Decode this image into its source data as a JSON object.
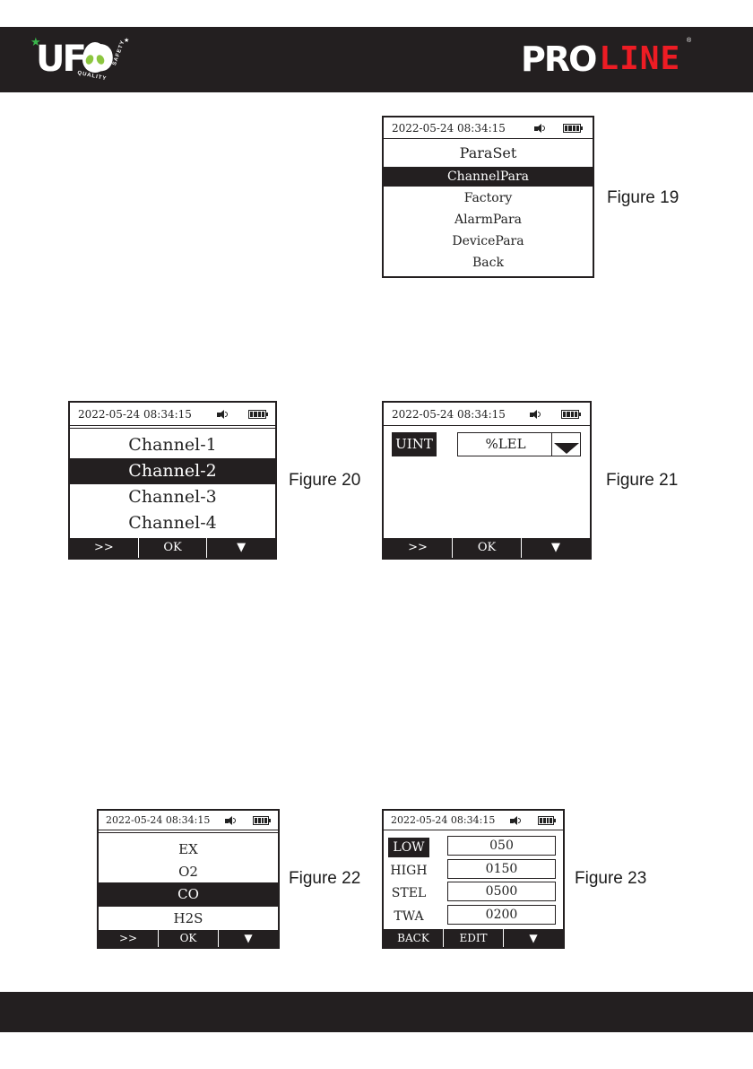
{
  "header": {
    "left_logo": {
      "word": "UFO",
      "ring_text_left": "QUALITY",
      "ring_text_right": "SAFETY",
      "icon": "alien-head-icon"
    },
    "right_logo": {
      "pro": "PRO",
      "line": "LINE",
      "reg": "®"
    }
  },
  "colors": {
    "bar": "#231f20",
    "alien_eyes": "#8cc63f",
    "line_red": "#ed1c24",
    "star_green": "#39b54a"
  },
  "status_bar": {
    "datetime": "2022-05-24 08:34:15",
    "sound_icon": "speaker-icon",
    "battery_icon": "battery-icon"
  },
  "figures": {
    "fig19": {
      "title": "ParaSet",
      "items": [
        "ChannelPara",
        "Factory",
        "AlarmPara",
        "DevicePara",
        "Back"
      ],
      "selected": 0,
      "caption": "Figure 19"
    },
    "fig20": {
      "items": [
        "Channel-1",
        "Channel-2",
        "Channel-3",
        "Channel-4"
      ],
      "selected": 1,
      "keys": [
        ">>",
        "OK",
        "▼"
      ],
      "caption": "Figure 20"
    },
    "fig21": {
      "label": "UINT",
      "value": "%LEL",
      "keys": [
        ">>",
        "OK",
        "▼"
      ],
      "caption": "Figure 21"
    },
    "fig22": {
      "items": [
        "EX",
        "O2",
        "CO",
        "H2S"
      ],
      "selected": 2,
      "keys": [
        ">>",
        "OK",
        "▼"
      ],
      "caption": "Figure 22"
    },
    "fig23": {
      "rows": [
        {
          "label": "LOW",
          "value": "050"
        },
        {
          "label": "HIGH",
          "value": "0150"
        },
        {
          "label": "STEL",
          "value": "0500"
        },
        {
          "label": "TWA",
          "value": "0200"
        }
      ],
      "selected": 0,
      "keys": [
        "BACK",
        "EDIT",
        "▼"
      ],
      "caption": "Figure 23"
    }
  }
}
